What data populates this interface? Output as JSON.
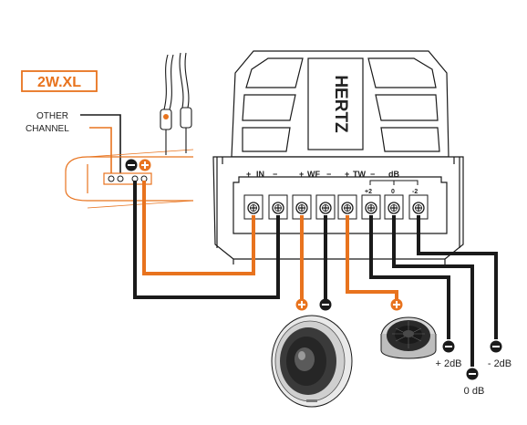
{
  "brand": {
    "logo_text": "HERTZ"
  },
  "product_label": "2W.XL",
  "other_channel": {
    "line1": "OTHER",
    "line2": "CHANNEL"
  },
  "terminals": {
    "in_plus": "+",
    "in_label": "IN",
    "in_minus": "−",
    "wf_plus": "+",
    "wf_label": "WF",
    "wf_minus": "−",
    "tw_plus": "+",
    "tw_label": "TW",
    "tw_minus": "−",
    "db_label": "dB",
    "db_p2": "+2",
    "db_0": "0",
    "db_m2": "-2"
  },
  "tweeter_level_options": [
    "+ 2dB",
    "0 dB",
    "- 2dB"
  ],
  "colors": {
    "positive_wire": "#e8731e",
    "negative_wire": "#1a1a1a",
    "accent": "#e8731e"
  },
  "icons": [
    "plus-polarity-icon",
    "minus-polarity-icon",
    "screw-terminal-icon",
    "rca-plug-icon"
  ]
}
